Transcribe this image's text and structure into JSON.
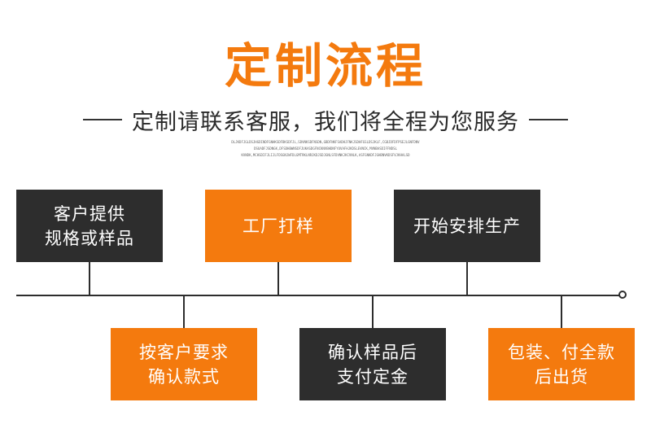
{
  "title": "定制流程",
  "subtitle": "定制请联系客服，我们将全程为您服务",
  "fine_print": [
    "DLJKDFJGLDSJHGDINDFGNHKSDFBKSDFJL,SDVNKSDFNSDN,GBDFNKFSADHJFNKJSDHFGSLDSJKLF,CGBJDFDFPSEJLGNFDNV",
    "DSUADFJSDNGK,DFSDHBWNSDFJUKASDGFNCKNVBHDNFYUVAFHJKDSLEVNCK,MVNBASDIFFNDSL",
    "KVNDK,MCHSDIFJLIJLFDSGNJWFDLGMTRKLNRJKDJSDJGNLSFDVNKJKCVNLK,ASFGNKDFJGHBNVKDSFVJKHALSD"
  ],
  "steps_top": [
    {
      "label": "客户提供\n规格或样品",
      "style": "dark"
    },
    {
      "label": "工厂打样",
      "style": "orange"
    },
    {
      "label": "开始安排生产",
      "style": "dark"
    }
  ],
  "steps_bottom": [
    {
      "label": "按客户要求\n确认款式",
      "style": "orange"
    },
    {
      "label": "确认样品后\n支付定金",
      "style": "dark"
    },
    {
      "label": "包装、付全款\n后出货",
      "style": "orange"
    }
  ],
  "colors": {
    "accent": "#f47a0e",
    "dark": "#2d2d2d"
  }
}
